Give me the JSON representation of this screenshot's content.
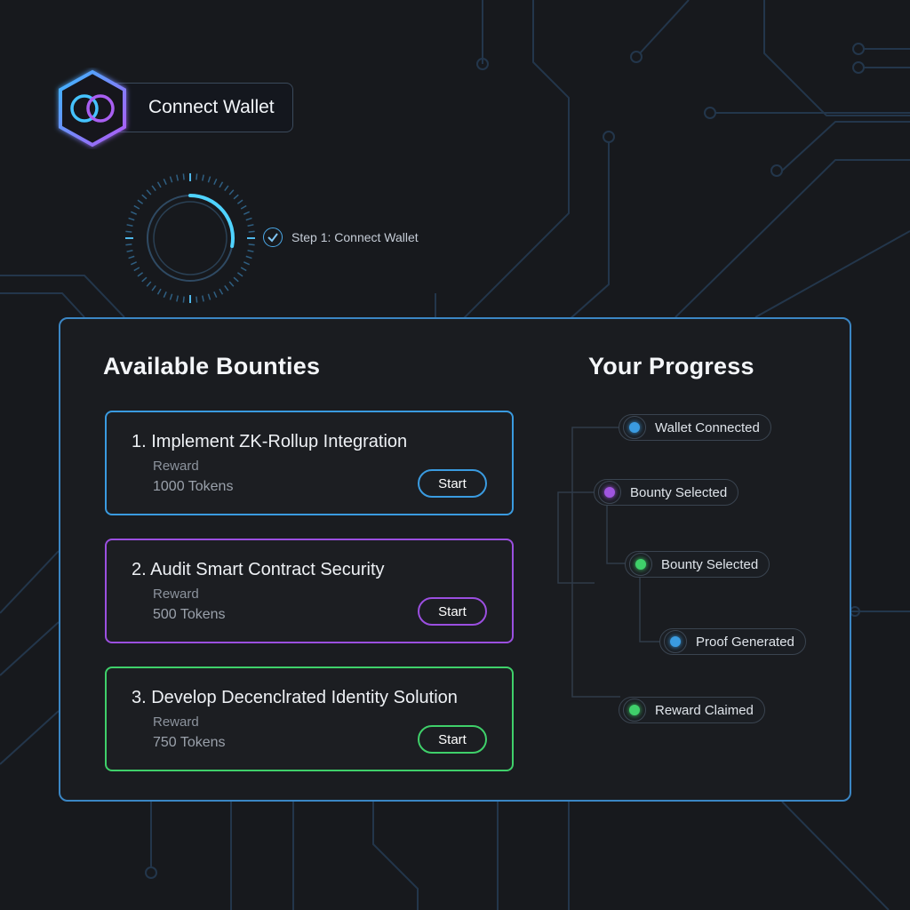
{
  "wallet": {
    "connect_label": "Connect Wallet",
    "logo_icon": "interlocking-rings-icon"
  },
  "step": {
    "label": "Step 1: Connect Wallet",
    "progress": 0.28
  },
  "bounties": {
    "title": "Available Bounties",
    "items": [
      {
        "title": "1. Implement ZK-Rollup Integration",
        "reward_label": "Reward",
        "reward_value": "1000 Tokens",
        "button": "Start",
        "color": "#3a9be0"
      },
      {
        "title": "2. Audit Smart Contract Security",
        "reward_label": "Reward",
        "reward_value": "500 Tokens",
        "button": "Start",
        "color": "#9b4fe0"
      },
      {
        "title": "3. Develop Decenclrated Identity Solution",
        "reward_label": "Reward",
        "reward_value": "750 Tokens",
        "button": "Start",
        "color": "#3fd06a"
      }
    ]
  },
  "progress": {
    "title": "Your Progress",
    "nodes": [
      {
        "label": "Wallet Connected",
        "color": "#3a9be0"
      },
      {
        "label": "Bounty Selected",
        "color": "#a055e0"
      },
      {
        "label": "Bounty Selected",
        "color": "#3fd06a"
      },
      {
        "label": "Proof Generated",
        "color": "#3a9be0"
      },
      {
        "label": "Reward Claimed",
        "color": "#3fd06a"
      }
    ]
  },
  "colors": {
    "panel_border": "#3b86c4",
    "accent_cyan": "#4fd3ff",
    "accent_purple": "#a855f7"
  }
}
